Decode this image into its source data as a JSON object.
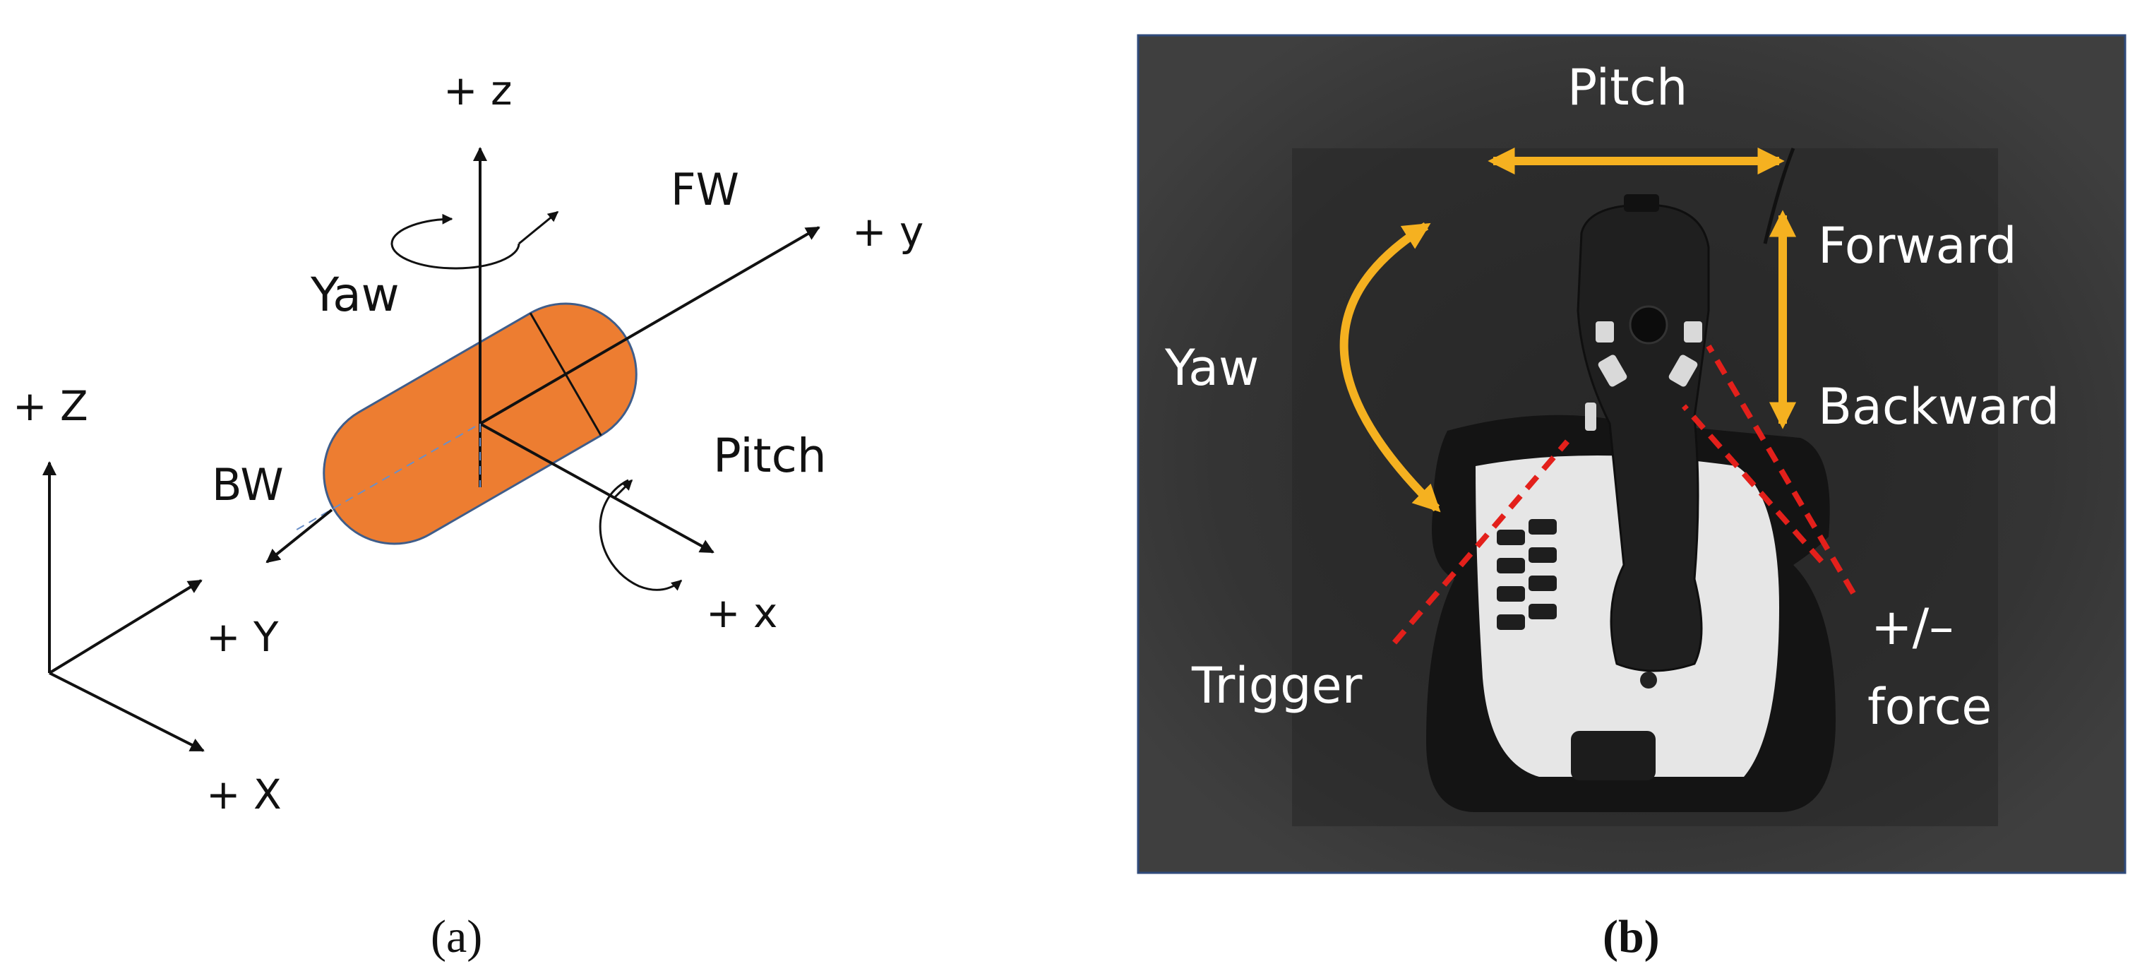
{
  "panel_a": {
    "axes": {
      "plus_z": "+ z",
      "plus_y": "+ y",
      "plus_x": "+ x",
      "plus_Z": "+ Z",
      "plus_Y": "+ Y",
      "plus_X": "+ X"
    },
    "labels": {
      "fw": "FW",
      "bw": "BW",
      "yaw": "Yaw",
      "pitch": "Pitch"
    },
    "caption": "(a)",
    "colors": {
      "capsule": "#ED7D31",
      "capsule_outline": "#3F5D8A",
      "dashed": "#6A8FC8"
    }
  },
  "panel_b": {
    "labels": {
      "pitch": "Pitch",
      "forward": "Forward",
      "backward": "Backward",
      "yaw": "Yaw",
      "trigger": "Trigger",
      "force_line1": "+/–",
      "force_line2": "force"
    },
    "caption": "(b)",
    "colors": {
      "background": "#3f3f3f",
      "arrow": "#F5B120",
      "pointer": "#E3201B",
      "text": "#ffffff"
    }
  }
}
